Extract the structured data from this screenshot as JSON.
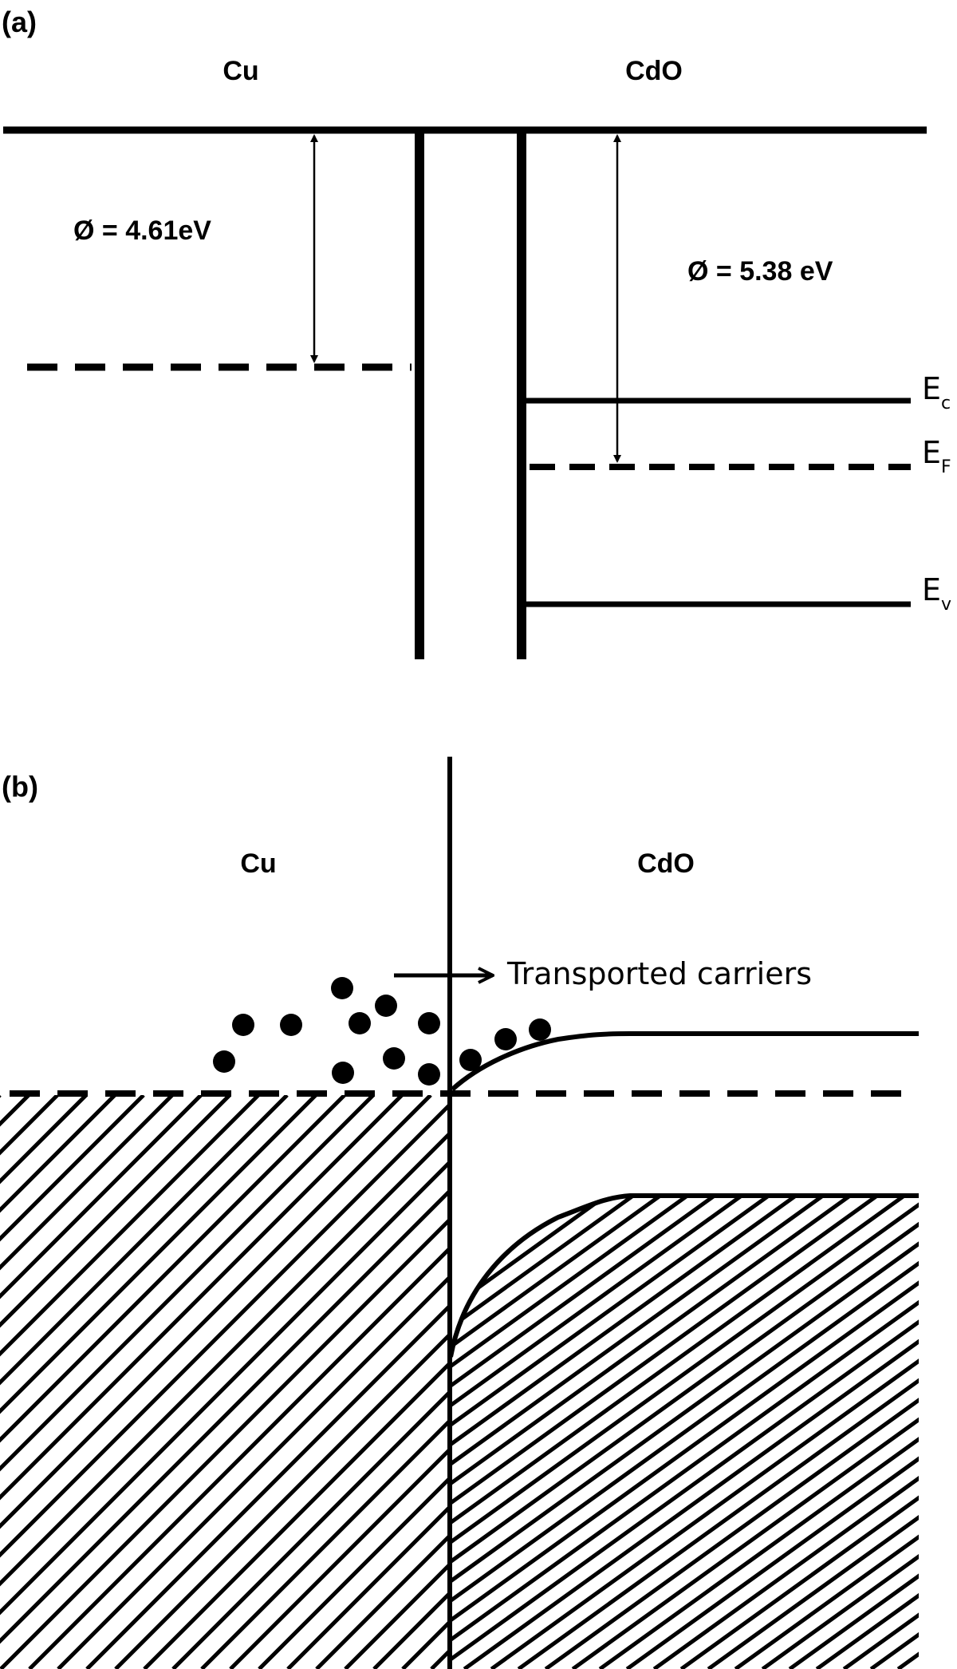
{
  "panel_a": {
    "tag": "(a)",
    "metal_label": "Cu",
    "semiconductor_label": "CdO",
    "metal_work_function": "Ø = 4.61eV",
    "semiconductor_work_function": "Ø = 5.38 eV",
    "level_labels": {
      "conduction": {
        "main": "E",
        "sub": "c"
      },
      "fermi": {
        "main": "E",
        "sub": "F"
      },
      "valence": {
        "main": "E",
        "sub": "v"
      }
    }
  },
  "panel_b": {
    "tag": "(b)",
    "metal_label": "Cu",
    "semiconductor_label": "CdO",
    "carrier_flow_label": "Transported carriers"
  },
  "colors": {
    "ink": "#000000",
    "background": "#ffffff"
  }
}
